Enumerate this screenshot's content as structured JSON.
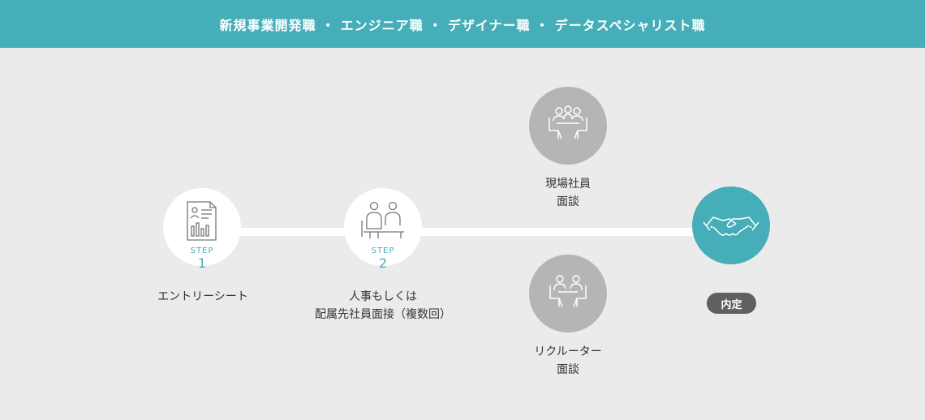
{
  "header": {
    "title": "新規事業開発職 ・ エンジニア職 ・ デザイナー職 ・ データスペシャリスト職"
  },
  "steps": [
    {
      "step_label": "STEP",
      "step_number": "1",
      "label": "エントリーシート",
      "icon": "document-chart-icon"
    },
    {
      "step_label": "STEP",
      "step_number": "2",
      "label_lines": [
        "人事もしくは",
        "配属先社員面接（複数回）"
      ],
      "icon": "interview-icon"
    }
  ],
  "branches": {
    "upper": {
      "label_lines": [
        "現場社員",
        "面談"
      ],
      "icon": "team-meeting-icon"
    },
    "lower": {
      "label_lines": [
        "リクルーター",
        "面談"
      ],
      "icon": "one-on-one-icon"
    }
  },
  "final": {
    "badge": "内定",
    "icon": "handshake-icon"
  },
  "colors": {
    "accent": "#45aeb9",
    "gray": "#b5b5b5",
    "badge": "#606060",
    "background": "#ebebeb"
  }
}
